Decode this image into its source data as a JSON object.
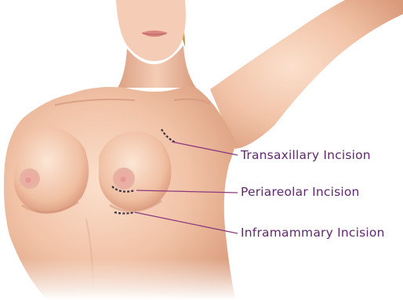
{
  "labels": {
    "transaxillary": "Transaxillary Incision",
    "periareolar": "Periareolar Incision",
    "inframammary": "Inframammary Incision"
  },
  "colors": {
    "background": "#ffffff",
    "label_text": "#5e2a6b",
    "leader_line": "#8a3a7e",
    "incision_mark": "#3a3340",
    "skin_light": "#f6d3bf",
    "skin_mid": "#edb89a",
    "skin_shadow": "#cf8e6e",
    "areola": "#e9a59a",
    "hair": "#cfa85f"
  }
}
